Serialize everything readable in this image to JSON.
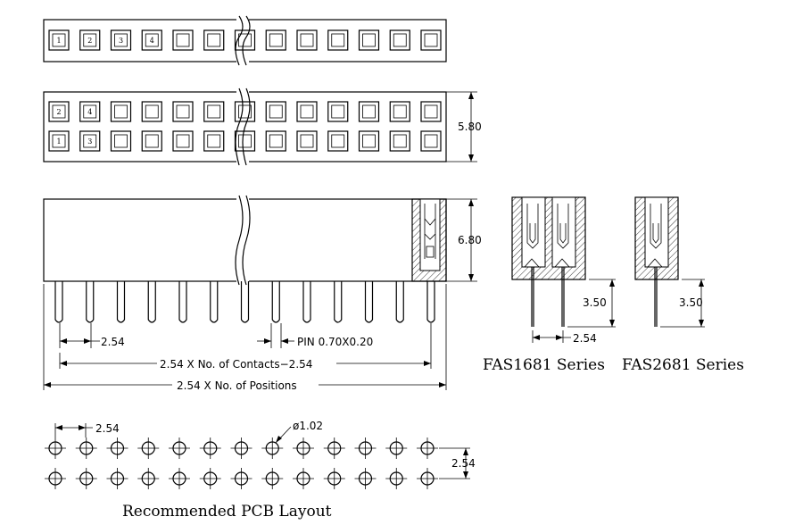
{
  "labels": {
    "top_pins": [
      "1",
      "2",
      "3",
      "4"
    ],
    "mid_row_top_pins": [
      "2",
      "4"
    ],
    "mid_row_bottom_pins": [
      "1",
      "3"
    ],
    "dim_height_top": "5.80",
    "dim_height_side": "6.80",
    "dim_pitch": "2.54",
    "dim_pin": "PIN  0.70X0.20",
    "dim_contacts": "2.54 X No. of Contacts−2.54",
    "dim_positions": "2.54 X No. of Positions",
    "dim_tail_1681": "3.50",
    "dim_tail_2681": "3.50",
    "dim_pitch_1681": "2.54",
    "series_1681": "FAS1681 Series",
    "series_2681": "FAS2681 Series",
    "pcb_pitch": "2.54",
    "pcb_hole": "ø1.02",
    "pcb_row_pitch": "2.54",
    "pcb_title": "Recommended PCB Layout"
  }
}
